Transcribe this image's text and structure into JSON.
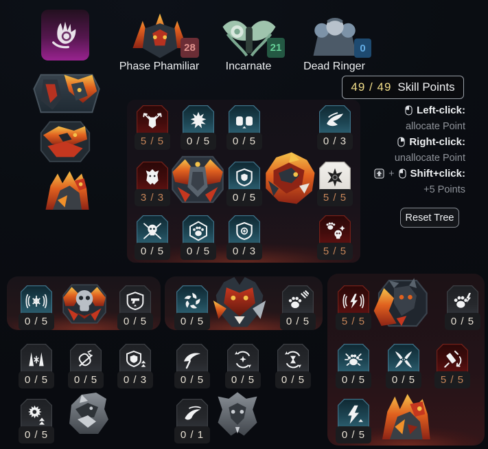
{
  "header": {
    "spell_icon_name": "phantom-hand-icon",
    "tabs": [
      {
        "label": "Phase Phamiliar",
        "count": "28",
        "badge_bg": "#6b2d35",
        "badge_fg": "#e2948f",
        "art": "phase-phamiliar-art"
      },
      {
        "label": "Incarnate",
        "count": "21",
        "badge_bg": "#245843",
        "badge_fg": "#66d098",
        "art": "incarnate-art"
      },
      {
        "label": "Dead Ringer",
        "count": "0",
        "badge_bg": "#1e4a70",
        "badge_fg": "#64aee6",
        "art": "dead-ringer-art"
      }
    ]
  },
  "skill_points": {
    "value": "49 / 49",
    "label": "Skill Points",
    "value_color": "#f3df8a"
  },
  "help": {
    "left_click": {
      "icon": "mouse-left-icon",
      "action": "Left-click:",
      "desc": "allocate Point"
    },
    "right_click": {
      "icon": "mouse-right-icon",
      "action": "Right-click:",
      "desc": "unallocate Point"
    },
    "shift_click": {
      "icon": "shift-key-icon",
      "plus": "+",
      "icon2": "mouse-left-icon",
      "action": "Shift+click:",
      "desc": "+5 Points"
    }
  },
  "reset_button": {
    "label": "Reset Tree"
  },
  "sidebar": {
    "emblems": [
      "phamiliar-duo-emblem",
      "tiger-emblem",
      "flame-cat-emblem"
    ]
  },
  "colors": {
    "allocated_tile": "#5c1010",
    "available_tile": "#1d4553",
    "locked_tile": "#26282c",
    "maxed_tile": "#e9e7e3",
    "count_allocated": "#c9875a",
    "count_default": "#eae3d6",
    "panel_glow": "#d6462834"
  },
  "main_tree": {
    "keystones": [
      "flame-emblem-keystone",
      "tiger-keystone"
    ],
    "nodes": [
      {
        "name": "hound-spears-skill",
        "icon": "hound-spears",
        "value": "5 / 5",
        "state": "allocated"
      },
      {
        "name": "claw-burst-skill",
        "icon": "claw-burst",
        "value": "0 / 5",
        "state": "available"
      },
      {
        "name": "twin-fists-skill",
        "icon": "fists",
        "value": "0 / 5",
        "state": "available"
      },
      {
        "name": "swift-wing-skill",
        "icon": "wing-boot",
        "value": "0 / 3",
        "state": "available"
      },
      {
        "name": "wolf-head-skill",
        "icon": "wolf-head",
        "value": "3 / 3",
        "state": "allocated"
      },
      {
        "name": "guard-shield-skill",
        "icon": "shield",
        "value": "0 / 5",
        "state": "available"
      },
      {
        "name": "star-burst-skill",
        "icon": "star8",
        "value": "5 / 5",
        "state": "maxed"
      },
      {
        "name": "skull-spears-skill",
        "icon": "skull-spears",
        "value": "0 / 5",
        "state": "available"
      },
      {
        "name": "paw-hex-skill",
        "icon": "paw-hex",
        "value": "0 / 5",
        "state": "available"
      },
      {
        "name": "shield-orb-skill",
        "icon": "shield-orb",
        "value": "0 / 3",
        "state": "available"
      },
      {
        "name": "paws-skull-skill",
        "icon": "paws-skull",
        "value": "5 / 5",
        "state": "allocated"
      }
    ]
  },
  "panels": [
    {
      "name": "frost-panel",
      "center_art": "skull-flame-emblem",
      "bottom_art": "gray-tiger-art",
      "nodes": [
        {
          "name": "echo-snowflake-skill",
          "icon": "echo-snow",
          "value": "0 / 5",
          "state": "available"
        },
        {
          "name": "gun-shield-skill",
          "icon": "gun-shield",
          "value": "0 / 5",
          "state": "locked"
        },
        {
          "name": "spike-snow-skill",
          "icon": "spike-snow",
          "value": "0 / 5",
          "state": "locked"
        },
        {
          "name": "grenade-skill",
          "icon": "grenade-x",
          "value": "0 / 5",
          "state": "locked"
        },
        {
          "name": "shield-up-skill",
          "icon": "shield-up",
          "value": "0 / 3",
          "state": "locked"
        },
        {
          "name": "gear-snow-skill",
          "icon": "gear-snow",
          "value": "0 / 5",
          "state": "locked"
        }
      ]
    },
    {
      "name": "shred-panel",
      "center_art": "red-wolf-art",
      "bottom_art": "gray-visage-art",
      "nodes": [
        {
          "name": "swirl-shards-skill",
          "icon": "swirl-shards",
          "value": "0 / 5",
          "state": "available"
        },
        {
          "name": "paw-claw-skill",
          "icon": "paw-claw",
          "value": "0 / 5",
          "state": "locked"
        },
        {
          "name": "scythe-skill",
          "icon": "scythe",
          "value": "0 / 5",
          "state": "locked"
        },
        {
          "name": "rotating-star-skill",
          "icon": "rot-star",
          "value": "0 / 5",
          "state": "locked"
        },
        {
          "name": "hourglass-cycle-skill",
          "icon": "hourglass-cycle",
          "value": "0 / 5",
          "state": "locked"
        },
        {
          "name": "crescent-skill",
          "icon": "crescent",
          "value": "0 / 1",
          "state": "locked"
        }
      ]
    },
    {
      "name": "storm-panel",
      "center_art": "flame-demon-emblem",
      "bottom_art": "flame-cat-art",
      "nodes": [
        {
          "name": "echo-lightning-skill",
          "icon": "echo-bolt",
          "value": "5 / 5",
          "state": "allocated"
        },
        {
          "name": "paw-bolt-skill",
          "icon": "paw-bolt",
          "value": "0 / 5",
          "state": "locked"
        },
        {
          "name": "paw-spark-skill",
          "icon": "paw-spark",
          "value": "0 / 5",
          "state": "available"
        },
        {
          "name": "fang-cross-skill",
          "icon": "fang-x",
          "value": "0 / 5",
          "state": "available"
        },
        {
          "name": "syringe-swirl-skill",
          "icon": "syringe-swirl",
          "value": "5 / 5",
          "state": "allocated"
        },
        {
          "name": "bolt-up-skill",
          "icon": "bolt-up",
          "value": "0 / 5",
          "state": "available"
        }
      ]
    }
  ]
}
